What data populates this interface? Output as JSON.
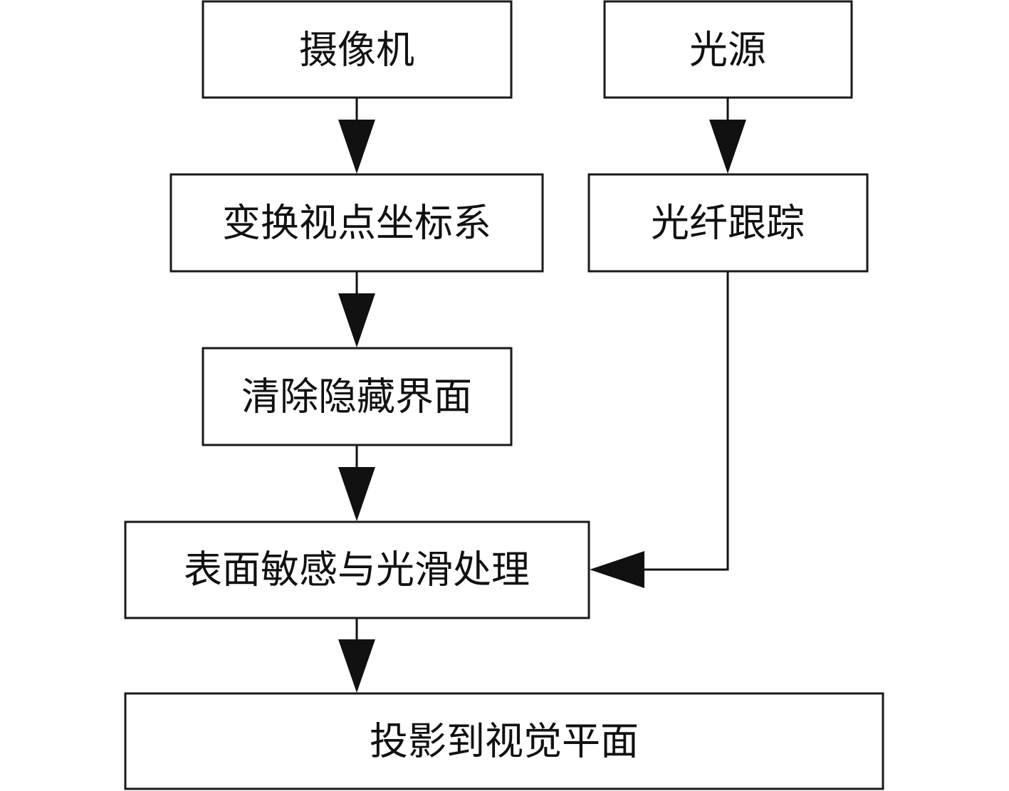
{
  "nodes": {
    "camera": {
      "label": "摄像机"
    },
    "light_source": {
      "label": "光源"
    },
    "transform_viewpoint": {
      "label": "变换视点坐标系"
    },
    "fiber_tracking": {
      "label": "光纤跟踪"
    },
    "hidden_surface_removal": {
      "label": "清除隐藏界面"
    },
    "surface_shading_smoothing": {
      "label": "表面敏感与光滑处理"
    },
    "project_to_view_plane": {
      "label": "投影到视觉平面"
    }
  },
  "edges": [
    {
      "from": "camera",
      "to": "transform_viewpoint"
    },
    {
      "from": "light_source",
      "to": "fiber_tracking"
    },
    {
      "from": "transform_viewpoint",
      "to": "hidden_surface_removal"
    },
    {
      "from": "hidden_surface_removal",
      "to": "surface_shading_smoothing"
    },
    {
      "from": "fiber_tracking",
      "to": "surface_shading_smoothing"
    },
    {
      "from": "surface_shading_smoothing",
      "to": "project_to_view_plane"
    }
  ]
}
